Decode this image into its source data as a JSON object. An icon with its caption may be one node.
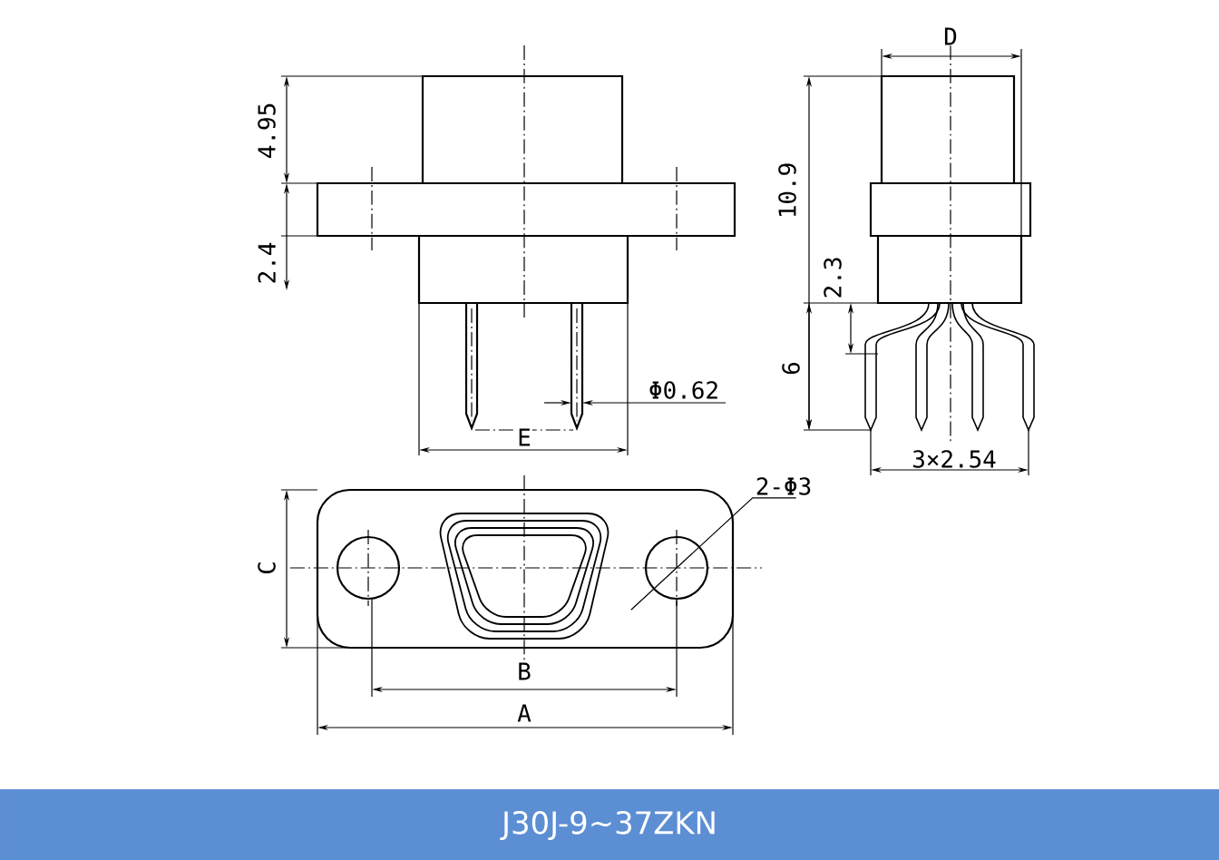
{
  "diagram": {
    "title": "J30J-9~37ZKN",
    "nodes": [
      {
        "text": [
          "2-Φ3"
        ]
      },
      {
        "text": [],
        "shape": "circle"
      }
    ],
    "edges": [
      {
        "from": 0,
        "to": 1,
        "arrow": "none"
      }
    ],
    "labels": [
      "D",
      "4.95",
      "10.9",
      "2.4",
      "2.3",
      "6",
      "Φ0.62",
      "E",
      "3×2.54",
      "C",
      "B",
      "A"
    ]
  }
}
